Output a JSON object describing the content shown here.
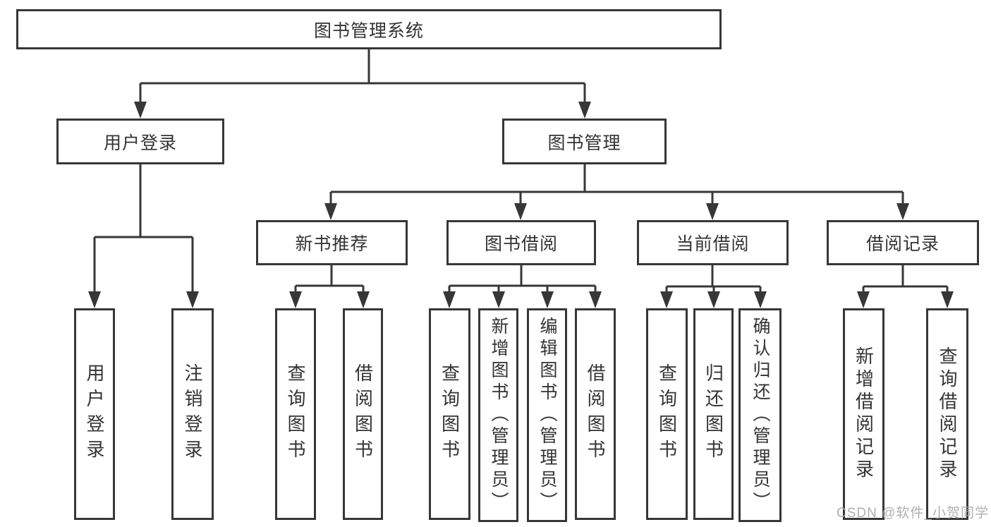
{
  "diagram_title": "图书管理系统",
  "nodes": {
    "root": {
      "label": "图书管理系统"
    },
    "user_login": {
      "label": "用户登录"
    },
    "book_mgmt": {
      "label": "图书管理"
    },
    "new_book_rec": {
      "label": "新书推荐"
    },
    "book_borrow": {
      "label": "图书借阅"
    },
    "current_borrow": {
      "label": "当前借阅"
    },
    "borrow_records": {
      "label": "借阅记录"
    },
    "leaf_user_login": {
      "label": "用户登录"
    },
    "leaf_logout": {
      "label": "注销登录"
    },
    "leaf_query_book_1": {
      "label": "查询图书"
    },
    "leaf_borrow_book_1": {
      "label": "借阅图书"
    },
    "leaf_query_book_2": {
      "label": "查询图书"
    },
    "leaf_add_book": {
      "label": "新增图书（管理员）"
    },
    "leaf_edit_book": {
      "label": "编辑图书（管理员）"
    },
    "leaf_borrow_book_2": {
      "label": "借阅图书"
    },
    "leaf_query_book_3": {
      "label": "查询图书"
    },
    "leaf_return_book": {
      "label": "归还图书"
    },
    "leaf_confirm_return": {
      "label": "确认归还（管理员）"
    },
    "leaf_add_record": {
      "label": "新增借阅记录"
    },
    "leaf_query_record": {
      "label": "查询借阅记录"
    }
  },
  "edges": [
    {
      "parent": "root",
      "children": [
        "user_login",
        "book_mgmt"
      ]
    },
    {
      "parent": "user_login",
      "children": [
        "leaf_user_login",
        "leaf_logout"
      ]
    },
    {
      "parent": "book_mgmt",
      "children": [
        "new_book_rec",
        "book_borrow",
        "current_borrow",
        "borrow_records"
      ]
    },
    {
      "parent": "new_book_rec",
      "children": [
        "leaf_query_book_1",
        "leaf_borrow_book_1"
      ]
    },
    {
      "parent": "book_borrow",
      "children": [
        "leaf_query_book_2",
        "leaf_add_book",
        "leaf_edit_book",
        "leaf_borrow_book_2"
      ]
    },
    {
      "parent": "current_borrow",
      "children": [
        "leaf_query_book_3",
        "leaf_return_book",
        "leaf_confirm_return"
      ]
    },
    {
      "parent": "borrow_records",
      "children": [
        "leaf_add_record",
        "leaf_query_record"
      ]
    }
  ],
  "watermark": "CSDN @软件_小贺同学",
  "colors": {
    "line": "#373737",
    "border": "#373737",
    "text": "#333333",
    "watermark": "#a8a8a8",
    "background": "#ffffff"
  }
}
